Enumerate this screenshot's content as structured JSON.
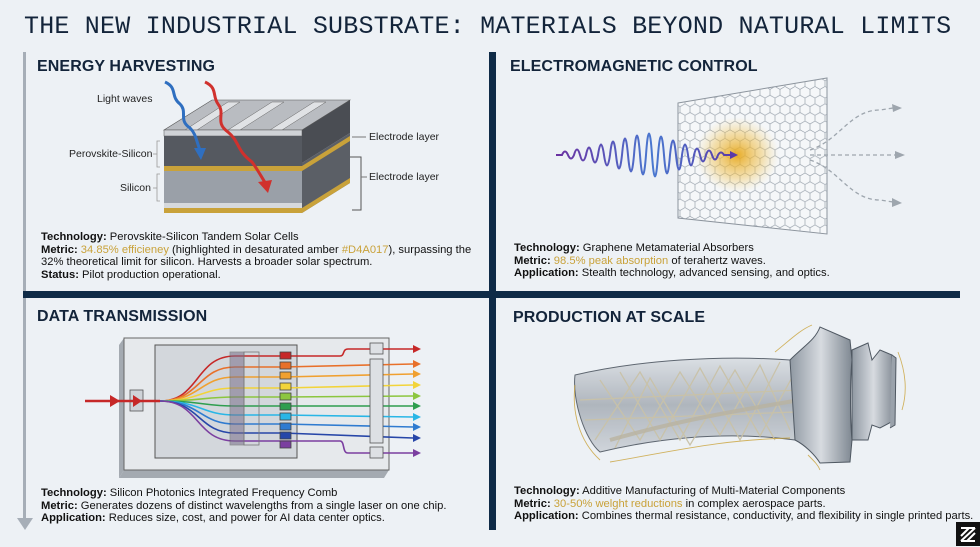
{
  "title": "THE NEW INDUSTRIAL SUBSTRATE: MATERIALS BEYOND NATURAL LIMITS",
  "colors": {
    "navy": "#0F2B47",
    "amber_highlight": "#D4A017",
    "background": "#EDF1F5",
    "timeline_gray": "#A6AEB7"
  },
  "quadrants": {
    "energy": {
      "title": "ENERGY HARVESTING",
      "diagram_labels": {
        "light_waves": "Light waves",
        "perovskite_silicon": "Perovskite-Silicon",
        "silicon": "Silicon",
        "electrode_top": "Electrode layer",
        "electrode_bottom": "Electrode layer"
      },
      "technology_label": "Technology:",
      "technology_value": "Perovskite-Silicon Tandem Solar Cells",
      "metric_label": "Metric:",
      "metric_highlight": "34.85% efficieney",
      "metric_mid": "(highlighted in desaturated amber",
      "metric_hex": "#D4A017",
      "metric_tail": "), surpassing the 32% theoretical limit for silicon. Harvests a broader solar spectrum.",
      "status_label": "Status:",
      "status_value": "Pilot production operational."
    },
    "electromagnetic": {
      "title": "ELECTROMAGNETIC CONTROL",
      "technology_label": "Technology:",
      "technology_value": "Graphene Metamaterial Absorbers",
      "metric_label": "Metric:",
      "metric_highlight": "98.5% peak absorption",
      "metric_tail": "of terahertz waves.",
      "application_label": "Application:",
      "application_value": "Stealth technology, advanced sensing, and optics."
    },
    "data": {
      "title": "DATA TRANSMISSION",
      "technology_label": "Technology:",
      "technology_value": "Silicon Photonics Integrated Frequency Comb",
      "metric_label": "Metric:",
      "metric_value": "Generates dozens of distinct wavelengths from a single laser on one chip.",
      "application_label": "Application:",
      "application_value": "Reduces size, cost, and power for AI data center optics.",
      "channel_colors": [
        "#c62828",
        "#e8702a",
        "#f0a030",
        "#f2d43a",
        "#8cc63f",
        "#2e9e4f",
        "#29b6e6",
        "#2f7bd0",
        "#2746a8",
        "#7b3fa0"
      ]
    },
    "production": {
      "title": "PRODUCTION AT SCALE",
      "technology_label": "Technology:",
      "technology_value": "Additive Manufacturing of Multi-Material Components",
      "metric_label": "Metric:",
      "metric_highlight": "30-50% welght reductions",
      "metric_tail": "in complex aerospace parts.",
      "application_label": "Application:",
      "application_value": "Combines thermal resistance, conductivity, and flexibility in single printed parts."
    }
  },
  "logo": {
    "icon": "zz-logo-icon"
  }
}
